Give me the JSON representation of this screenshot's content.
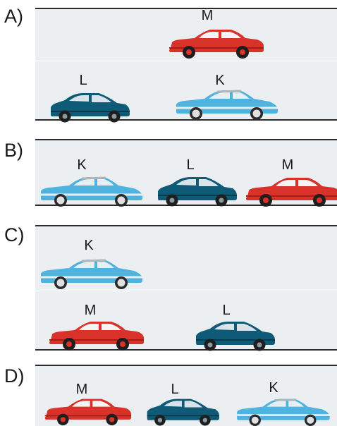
{
  "options": [
    {
      "label": "A)"
    },
    {
      "label": "B)"
    },
    {
      "label": "C)"
    },
    {
      "label": "D)"
    }
  ],
  "cars": {
    "A": {
      "top": "M",
      "bottom_left": "L",
      "bottom_right": "K"
    },
    "B": {
      "left": "K",
      "middle": "L",
      "right": "M"
    },
    "C": {
      "top": "K",
      "bottom_left": "M",
      "bottom_right": "L"
    },
    "D": {
      "left": "M",
      "middle": "L",
      "right": "K"
    }
  },
  "colors": {
    "K": "#4fb3df",
    "L": "#0e5a77",
    "M": "#d8322a",
    "background": "#eceff1",
    "road": "#2b2b2b"
  },
  "icons": {
    "K": "coupe-car-icon",
    "L": "hatchback-car-icon",
    "M": "sedan-car-icon"
  }
}
